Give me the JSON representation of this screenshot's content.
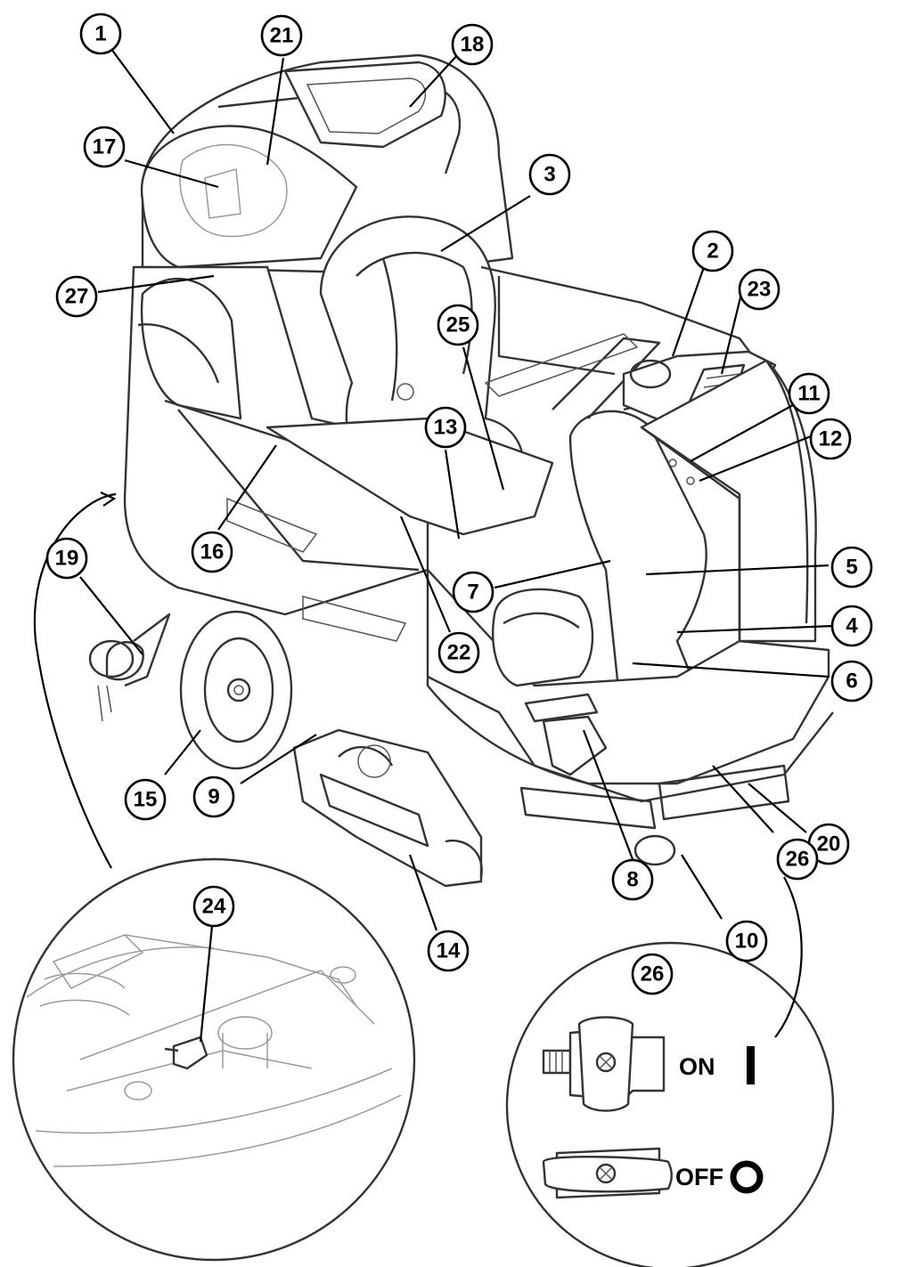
{
  "callouts": [
    "1",
    "2",
    "3",
    "4",
    "5",
    "6",
    "7",
    "8",
    "9",
    "10",
    "11",
    "12",
    "13",
    "14",
    "15",
    "16",
    "17",
    "18",
    "19",
    "20",
    "21",
    "22",
    "23",
    "24",
    "25",
    "26",
    "27"
  ],
  "detail_callouts": {
    "left": "24",
    "right": "26"
  },
  "valve": {
    "on_label": "ON",
    "off_label": "OFF"
  },
  "colors": {
    "line": "#000000",
    "background": "#ffffff"
  },
  "icons": [
    "machine-illustration",
    "ball-valve-icon",
    "squeegee-knob-detail"
  ]
}
